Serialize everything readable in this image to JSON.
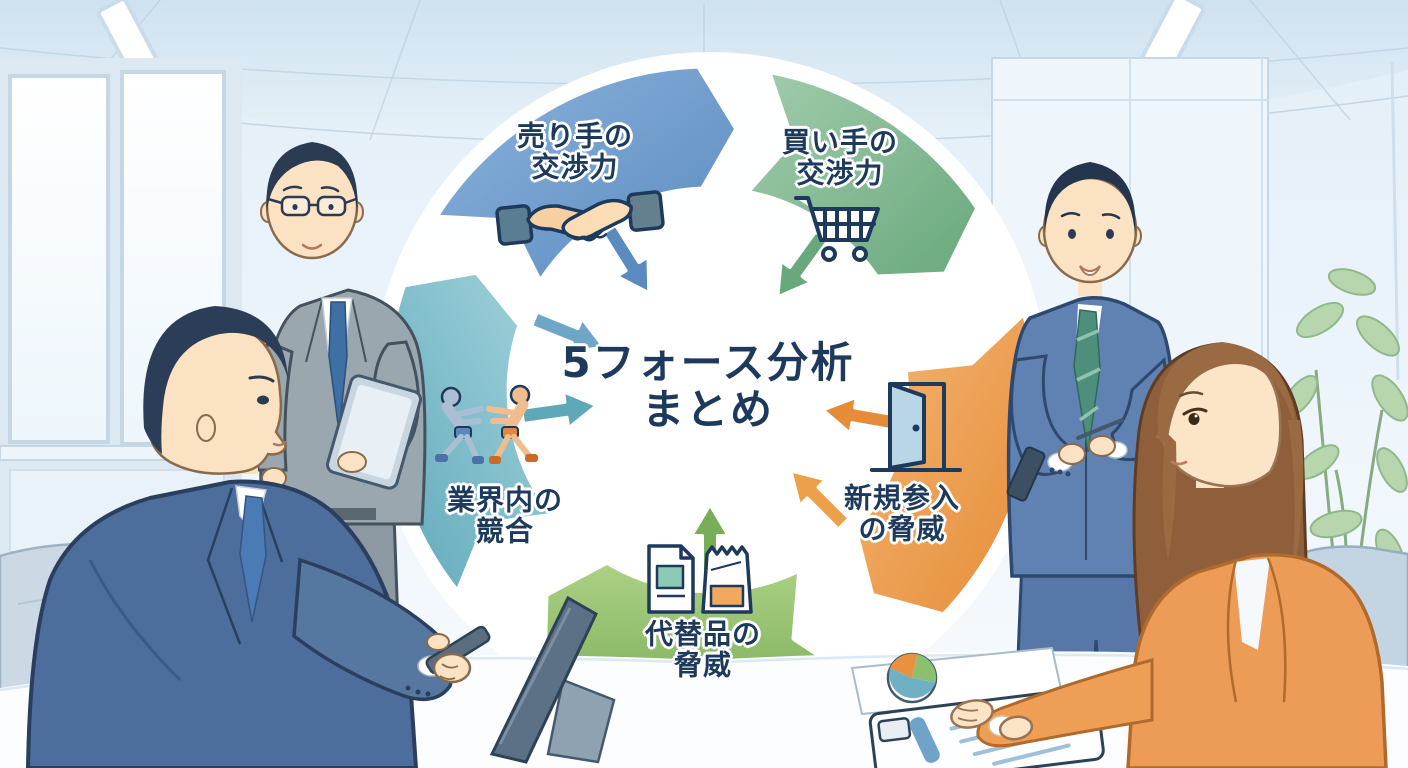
{
  "diagram": {
    "title": {
      "line1": "5フォース分析",
      "line2": "まとめ"
    },
    "title_color": "#1d3a5c",
    "forces": [
      {
        "key": "supplier-power",
        "line1": "売り手の",
        "line2": "交渉力",
        "icon": "handshake-icon",
        "color": "#5e8ec2"
      },
      {
        "key": "buyer-power",
        "line1": "買い手の",
        "line2": "交渉力",
        "icon": "shopping-cart-icon",
        "color": "#6fae82"
      },
      {
        "key": "industry-rivalry",
        "line1": "業界内の",
        "line2": "競合",
        "icon": "wrestlers-icon",
        "color": "#64aabc"
      },
      {
        "key": "new-entrant-threat",
        "line1": "新規参入",
        "line2": "の脅威",
        "icon": "door-icon",
        "color": "#e8923f"
      },
      {
        "key": "substitute-threat",
        "line1": "代替品の",
        "line2": "脅威",
        "icon": "substitute-products-icon",
        "color": "#7cb25e"
      }
    ]
  },
  "scene_icons": [
    "handshake-icon",
    "shopping-cart-icon",
    "wrestlers-icon",
    "door-icon",
    "substitute-products-icon",
    "pie-chart-document-icon",
    "clipboard-report-icon",
    "tablet-icon",
    "phone-icon",
    "plant-icon"
  ],
  "palette": {
    "wall": "#eaf3fa",
    "ceiling": "#d9e9f4",
    "table": "#fbfdff",
    "seated_man_suit": "#4d6d9c",
    "standing_left_suit": "#97a4a0",
    "standing_right_suit": "#5f82b2",
    "woman_blazer": "#ec9c57",
    "hair_dark": "#2b3b52",
    "hair_brown": "#8f5f3c",
    "skin": "#fbe2c2",
    "plant_green": "#b7d6ae",
    "chair": "#ccd9e4",
    "outline_navy": "#1d3a5c"
  }
}
